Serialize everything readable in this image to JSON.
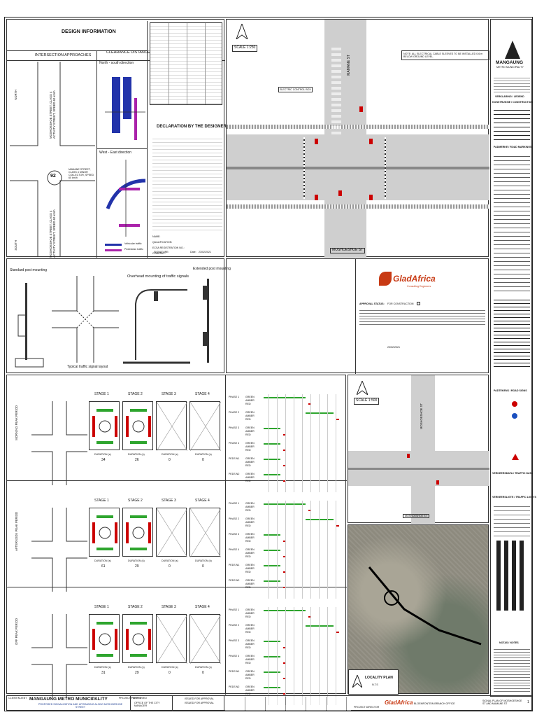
{
  "design_info": {
    "title": "DESIGN INFORMATION",
    "approaches_title": "INTERSECTION APPROACHES",
    "clearance_title": "CLEARANCE DISTANCES",
    "north_south": "North - south direction",
    "west_east": "West - East direction",
    "north": "NORTH",
    "south": "SOUTH",
    "north_road": "MOSHOESHOE STREET, CLASS 4 ACTIVITY STREET, SPEED 60 km/h",
    "west_road": "MAMANE STREET, CLASS 4 MINOR COLLECTOR, SPEED 60 km/h",
    "south_road": "MOSHOESHOE STREET, CLASS 4 ACTIVITY STREET, SPEED 60 km/h",
    "node_number": "92",
    "legend_vehicular": "Vehicular traffic",
    "legend_pedestrian": "Pedestrian traffic"
  },
  "declaration": {
    "title": "DECLARATION BY THE DESIGNER",
    "name_label": "NAME:",
    "qualification_label": "QUALIFICATION:",
    "ecsa_label": "ECSA REGISTRATION NO.:",
    "company_label": "COMPANY:",
    "signature_label": "SIGNATURE:",
    "date_label": "Date:",
    "date_value": "23/02/2021"
  },
  "plan_top": {
    "scale": "SCALE 1:250",
    "street_n": "MAMANE ST",
    "street_s": "MOSHOESHOE ST",
    "note": "NOTE: ALL ELECTRICAL CABLE SLEEVES TO BE INSTALLED 0.6 m BELOW GROUND LEVEL.",
    "controller_label": "ELECTRIC CONTROL BOX"
  },
  "plan_bottom": {
    "scale": "SCALE 1:500",
    "street_n": "MOSHOESHOE ST",
    "street_s": "MOSHOESHOE ST"
  },
  "details": {
    "standard_pole": "Standard post mounting",
    "overhead": "Overhead mounting of traffic signals",
    "extended_pole": "Extended post mounting",
    "typical_layout": "Typical traffic signal layout"
  },
  "phasing": {
    "stages": [
      "STAGE 1",
      "STAGE 2",
      "STAGE 3",
      "STAGE 4"
    ],
    "duration_label": "DURATION (s)",
    "rows": [
      {
        "durations": [
          "34",
          "26",
          "0",
          "0"
        ],
        "plan": "MORNING PEAK PERIOD"
      },
      {
        "durations": [
          "61",
          "29",
          "0",
          "0"
        ],
        "plan": "AFTERNOON PEAK PERIOD"
      },
      {
        "durations": [
          "31",
          "29",
          "0",
          "0"
        ],
        "plan": "OFF PEAK PERIOD"
      }
    ],
    "phases": [
      "PHASE 1",
      "PHASE 2",
      "PHASE 3",
      "PHASE 4",
      "PEDS N1",
      "PEDS N2"
    ],
    "signal_states": [
      "GREEN",
      "AMBER",
      "RED"
    ]
  },
  "logos": {
    "client_name": "MANGAUNG",
    "client_sub": "METRO MUNICIPALITY",
    "consultant": "GladAfrica",
    "consultant_sub": "Consulting Engineers"
  },
  "legend_panel": {
    "title": "VERKLARING / LEGEND",
    "sub": "KONSTRUKSIE / CONSTRUCTION",
    "markings": "PADMERKE / ROAD MARKINGS",
    "signs": "PADTEKENS / ROAD SIGNS",
    "traffic_data": "VERKEERSDATA / TRAFFIC DATA",
    "lights": "VERKEERSLIGTE / TRAFFIC LIGHTS",
    "notes": "NOTAS / NOTES"
  },
  "approval": {
    "status_label": "APPROVAL STATUS:",
    "for_construction": "FOR CONSTRUCTION",
    "date": "23/02/2021"
  },
  "locality": {
    "title": "LOCALITY PLAN",
    "scale": "N.T.S"
  },
  "title_block": {
    "client_label": "CLIENT/KLIENT",
    "client": "MANGAUNG METRO MUNICIPALITY",
    "project_label": "PROJECT/PROJEK",
    "project": "PROPOSED SIGNALIZATION AND UPGRADING ALONG MOSHOESHOE STREET",
    "office_label": "APPROVED",
    "office": "OFFICE OF THE CITY MANAGER",
    "rev_a": "ISSUED FOR APPROVAL",
    "rev_b": "ISSUED FOR APPROVAL",
    "drawing_title": "SIGNAL PLAN OF MOSHOESHOE ST AND MAMANE ST",
    "project_director": "PROJECT DIRECTOR",
    "consultant_office": "BLOEMFONTEIN BRANCH OFFICE",
    "sheet": "1"
  }
}
